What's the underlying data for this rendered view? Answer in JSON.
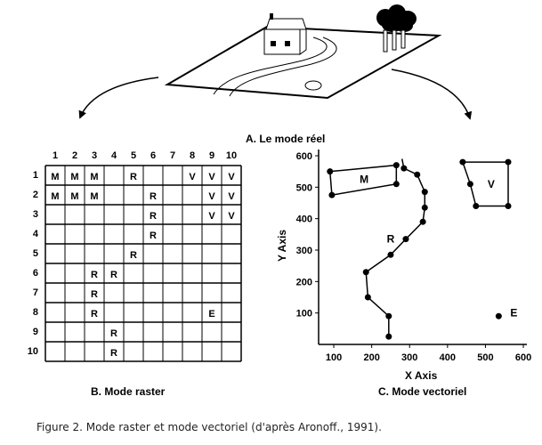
{
  "real": {
    "title": "A. Le mode réel"
  },
  "raster": {
    "title": "B. Mode raster",
    "col_labels": [
      "1",
      "2",
      "3",
      "4",
      "5",
      "6",
      "7",
      "8",
      "9",
      "10"
    ],
    "row_labels": [
      "1",
      "2",
      "3",
      "4",
      "5",
      "6",
      "7",
      "8",
      "9",
      "10"
    ],
    "cells": [
      {
        "row": 1,
        "col": 1,
        "v": "M"
      },
      {
        "row": 1,
        "col": 2,
        "v": "M"
      },
      {
        "row": 1,
        "col": 3,
        "v": "M"
      },
      {
        "row": 1,
        "col": 5,
        "v": "R"
      },
      {
        "row": 1,
        "col": 8,
        "v": "V"
      },
      {
        "row": 1,
        "col": 9,
        "v": "V"
      },
      {
        "row": 1,
        "col": 10,
        "v": "V"
      },
      {
        "row": 2,
        "col": 1,
        "v": "M"
      },
      {
        "row": 2,
        "col": 2,
        "v": "M"
      },
      {
        "row": 2,
        "col": 3,
        "v": "M"
      },
      {
        "row": 2,
        "col": 6,
        "v": "R"
      },
      {
        "row": 2,
        "col": 9,
        "v": "V"
      },
      {
        "row": 2,
        "col": 10,
        "v": "V"
      },
      {
        "row": 3,
        "col": 6,
        "v": "R"
      },
      {
        "row": 3,
        "col": 9,
        "v": "V"
      },
      {
        "row": 3,
        "col": 10,
        "v": "V"
      },
      {
        "row": 4,
        "col": 6,
        "v": "R"
      },
      {
        "row": 5,
        "col": 5,
        "v": "R"
      },
      {
        "row": 6,
        "col": 3,
        "v": "R"
      },
      {
        "row": 6,
        "col": 4,
        "v": "R"
      },
      {
        "row": 7,
        "col": 3,
        "v": "R"
      },
      {
        "row": 8,
        "col": 3,
        "v": "R"
      },
      {
        "row": 8,
        "col": 9,
        "v": "E"
      },
      {
        "row": 9,
        "col": 4,
        "v": "R"
      },
      {
        "row": 10,
        "col": 4,
        "v": "R"
      }
    ]
  },
  "vector": {
    "title": "C. Mode vectoriel",
    "x_axis_label": "X Axis",
    "y_axis_label": "Y Axis",
    "x_ticks": [
      100,
      200,
      300,
      400,
      500,
      600
    ],
    "y_ticks": [
      100,
      200,
      300,
      400,
      500,
      600
    ],
    "x_range": [
      60,
      600
    ],
    "y_range": [
      0,
      600
    ],
    "house": {
      "label": "M",
      "vertices": [
        [
          90,
          550
        ],
        [
          265,
          570
        ],
        [
          265,
          510
        ],
        [
          95,
          475
        ]
      ],
      "label_at": [
        180,
        525
      ]
    },
    "road": {
      "label": "R",
      "vertices": [
        [
          285,
          560
        ],
        [
          320,
          540
        ],
        [
          340,
          485
        ],
        [
          340,
          435
        ],
        [
          335,
          390
        ],
        [
          290,
          335
        ],
        [
          250,
          285
        ],
        [
          185,
          230
        ],
        [
          190,
          150
        ],
        [
          245,
          90
        ],
        [
          245,
          25
        ]
      ],
      "top_tail": [
        [
          280,
          590
        ],
        [
          285,
          560
        ]
      ],
      "label_at": [
        250,
        335
      ]
    },
    "vegetation": {
      "label": "V",
      "vertices": [
        [
          440,
          580
        ],
        [
          560,
          580
        ],
        [
          560,
          440
        ],
        [
          475,
          440
        ],
        [
          460,
          510
        ]
      ],
      "label_at": [
        515,
        510
      ]
    },
    "water": {
      "label": "E",
      "point": [
        535,
        90
      ],
      "label_at": [
        575,
        100
      ]
    }
  },
  "caption": "Figure 2. Mode raster et mode vectoriel (d'après Aronoff., 1991)."
}
